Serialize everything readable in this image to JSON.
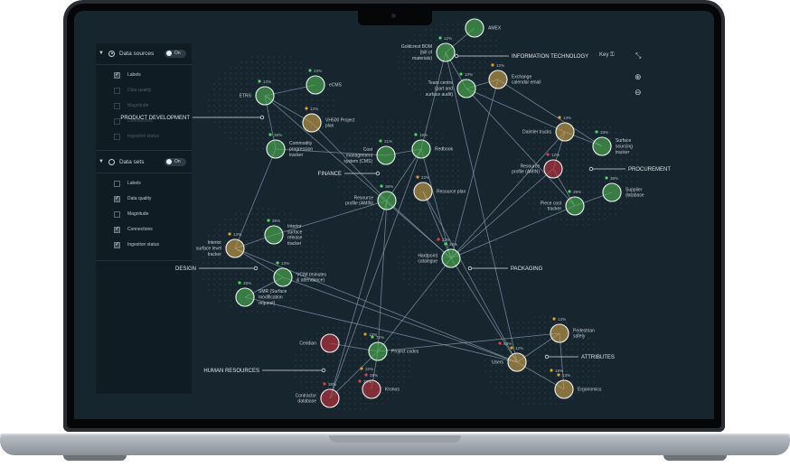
{
  "sidebar": {
    "data_sources": {
      "title": "Data sources",
      "toggle_label": "On",
      "items": [
        {
          "label": "Labels",
          "checked": true,
          "enabled": true
        },
        {
          "label": "Data quality",
          "checked": false,
          "enabled": false
        },
        {
          "label": "Magnitude",
          "checked": false,
          "enabled": false
        },
        {
          "label": "Connections",
          "checked": false,
          "enabled": false
        },
        {
          "label": "Ingestion status",
          "checked": false,
          "enabled": false
        }
      ]
    },
    "data_sets": {
      "title": "Data sets",
      "toggle_label": "On",
      "items": [
        {
          "label": "Labels",
          "checked": false,
          "enabled": true
        },
        {
          "label": "Data quality",
          "checked": true,
          "enabled": true
        },
        {
          "label": "Magnitude",
          "checked": false,
          "enabled": true
        },
        {
          "label": "Connections",
          "checked": true,
          "enabled": true
        },
        {
          "label": "Ingestion status",
          "checked": true,
          "enabled": true
        }
      ]
    }
  },
  "toolbar": {
    "key_label": "Key",
    "icons": [
      "key-icon",
      "collapse-icon",
      "zoom-in-icon",
      "zoom-out-icon"
    ]
  },
  "colors": {
    "green": "#4caf50",
    "amber": "#c9a04a",
    "red": "#c0343f",
    "bg": "#17252e",
    "line": "#8da2ad"
  },
  "categories": [
    {
      "id": "it",
      "label": "INFORMATION TECHNOLOGY"
    },
    {
      "id": "pd",
      "label": "PRODUCT DEVELOPMENT"
    },
    {
      "id": "fin",
      "label": "FINANCE"
    },
    {
      "id": "proc",
      "label": "PROCUREMENT"
    },
    {
      "id": "design",
      "label": "DESIGN"
    },
    {
      "id": "pack",
      "label": "PACKAGING"
    },
    {
      "id": "attr",
      "label": "ATTRIBUTES"
    },
    {
      "id": "hr",
      "label": "HUMAN RESOURCES"
    }
  ],
  "nodes": [
    {
      "id": "amex",
      "label": "AMEX",
      "status": "green",
      "badge": ""
    },
    {
      "id": "goldcrest",
      "label": "Goldcrest BOM (bill of materials)",
      "status": "green",
      "badge": "12%"
    },
    {
      "id": "teamcentre",
      "label": "Team centre (part and surface audit)",
      "status": "green",
      "badge": "10%"
    },
    {
      "id": "exchange",
      "label": "Exchange calendar email",
      "status": "amber",
      "badge": "12%"
    },
    {
      "id": "etrs",
      "label": "ETRS",
      "status": "green",
      "badge": "13%"
    },
    {
      "id": "ecms",
      "label": "eCMS",
      "status": "green",
      "badge": "23%"
    },
    {
      "id": "vh500",
      "label": "VH500 Project plan",
      "status": "amber",
      "badge": "12%"
    },
    {
      "id": "commodity",
      "label": "Commodity progression tracker",
      "status": "green",
      "badge": "38%"
    },
    {
      "id": "costmgmt",
      "label": "Cost management system (CMS)",
      "status": "green",
      "badge": "21%"
    },
    {
      "id": "redbook",
      "label": "Redbook",
      "status": "green",
      "badge": "19%"
    },
    {
      "id": "resprofile",
      "label": "Resource profile (AMIN)",
      "status": "green",
      "badge": "38%"
    },
    {
      "id": "resplan",
      "label": "Resource plan",
      "status": "amber",
      "badge": "22%"
    },
    {
      "id": "daimler",
      "label": "Daimler trucks",
      "status": "amber",
      "badge": "13%"
    },
    {
      "id": "surfsourcing",
      "label": "Surface sourcing tracker",
      "status": "green",
      "badge": "33%"
    },
    {
      "id": "resprofile2",
      "label": "Resource profile (AMIN)",
      "status": "red",
      "badge": "12%"
    },
    {
      "id": "piececost",
      "label": "Piece cost tracker",
      "status": "green",
      "badge": "39%"
    },
    {
      "id": "supplierdb",
      "label": "Supplier database",
      "status": "green",
      "badge": "38%"
    },
    {
      "id": "interior",
      "label": "Interior surface release tracker",
      "status": "green",
      "badge": "39%"
    },
    {
      "id": "interiorlevel",
      "label": "Interior surface level tracker",
      "status": "amber",
      "badge": "13%"
    },
    {
      "id": "vcim",
      "label": "VCIM (minutes & attendance)",
      "status": "green",
      "badge": "13%"
    },
    {
      "id": "smr",
      "label": "SMR (Surface modification request)",
      "status": "green",
      "badge": "28%"
    },
    {
      "id": "hardpoint",
      "label": "Hardpoint catalogue",
      "status": "green",
      "badge": "28%"
    },
    {
      "id": "ceridian",
      "label": "Ceridian",
      "status": "red",
      "badge": ""
    },
    {
      "id": "projectcodes",
      "label": "Project codes",
      "status": "green",
      "badge": "72%"
    },
    {
      "id": "contractor",
      "label": "Contractor database",
      "status": "red",
      "badge": "38%"
    },
    {
      "id": "kronos",
      "label": "Kronos",
      "status": "red",
      "badge": "28%"
    },
    {
      "id": "pedestrian",
      "label": "Pedestrian safety",
      "status": "amber",
      "badge": "13%"
    },
    {
      "id": "users",
      "label": "Users",
      "status": "amber",
      "badge": "12%"
    },
    {
      "id": "ergonomics",
      "label": "Ergonomics",
      "status": "amber",
      "badge": "13%"
    }
  ],
  "extra_badges": [
    "13%",
    "50%",
    "18%",
    "38%",
    "32%",
    "22%"
  ]
}
